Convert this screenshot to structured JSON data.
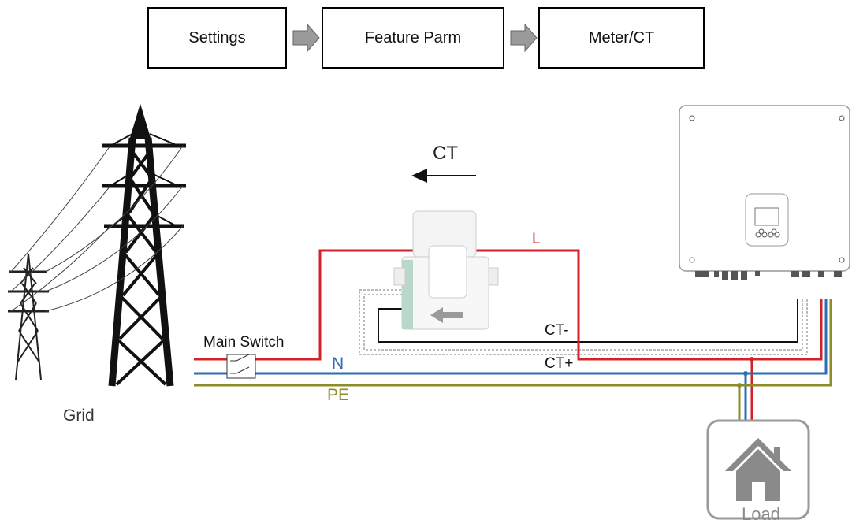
{
  "flow": {
    "step1": "Settings",
    "step2": "Feature Parm",
    "step3": "Meter/CT"
  },
  "diagram": {
    "ct_label": "CT",
    "line_label": "L",
    "neutral_label": "N",
    "earth_label": "PE",
    "switch_label": "Main Switch",
    "ct_minus_label": "CT-",
    "ct_plus_label": "CT+",
    "grid_label": "Grid",
    "load_label": "Load"
  },
  "colors": {
    "line": "#d2232a",
    "neutral": "#2e6db4",
    "earth": "#8c8c2a",
    "ct_wire": "#000000",
    "load_icon": "#8a8a8a"
  }
}
